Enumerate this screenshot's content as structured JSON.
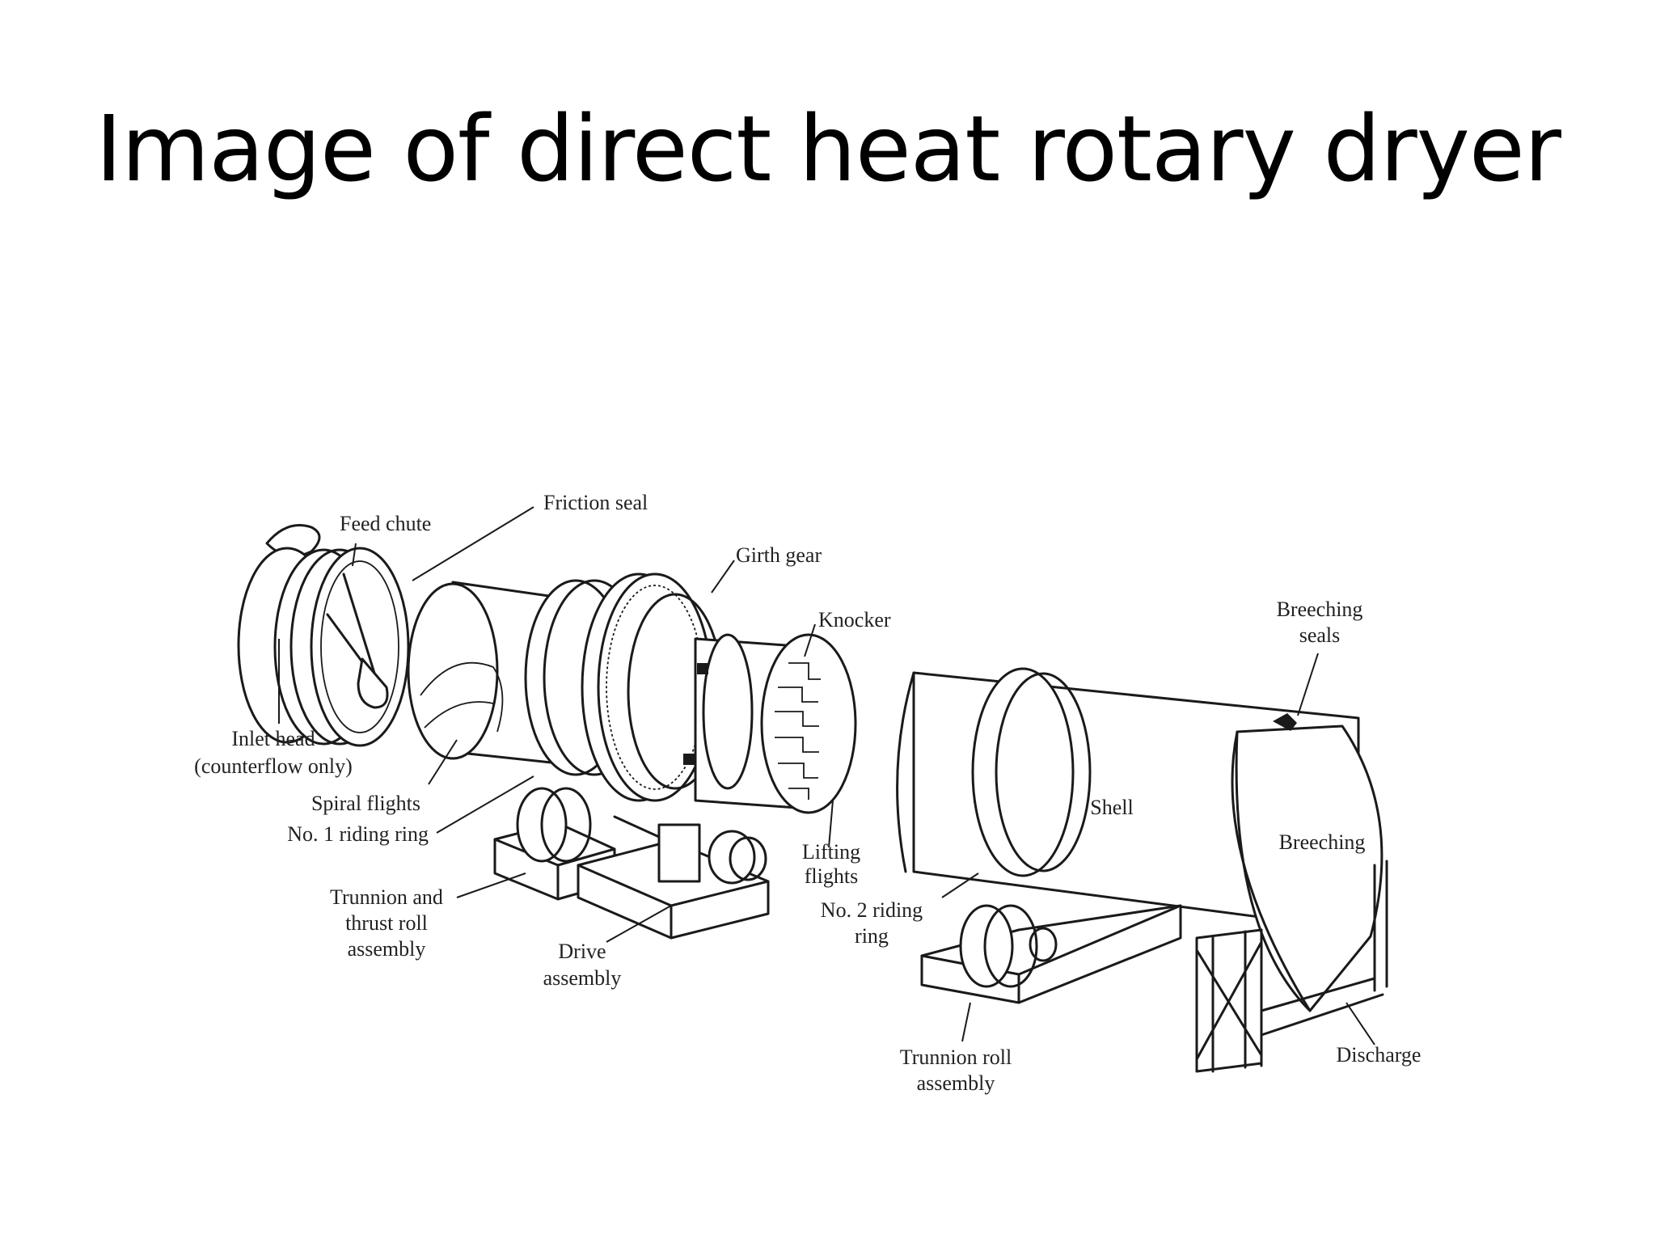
{
  "slide": {
    "title": "Image of direct heat rotary dryer"
  },
  "labels": {
    "feed_chute": "Feed chute",
    "friction_seal": "Friction seal",
    "girth_gear": "Girth gear",
    "knocker": "Knocker",
    "breeching_seals_1": "Breeching",
    "breeching_seals_2": "seals",
    "inlet_head_1": "Inlet head",
    "inlet_head_2": "(counterflow only)",
    "spiral_flights": "Spiral flights",
    "riding_ring_1": "No. 1 riding ring",
    "shell": "Shell",
    "breeching": "Breeching",
    "lifting_flights_1": "Lifting",
    "lifting_flights_2": "flights",
    "riding_ring_2_a": "No. 2 riding",
    "riding_ring_2_b": "ring",
    "trunnion_thrust_1": "Trunnion and",
    "trunnion_thrust_2": "thrust roll",
    "trunnion_thrust_3": "assembly",
    "drive_1": "Drive",
    "drive_2": "assembly",
    "trunnion_roll_1": "Trunnion roll",
    "trunnion_roll_2": "assembly",
    "discharge": "Discharge"
  }
}
